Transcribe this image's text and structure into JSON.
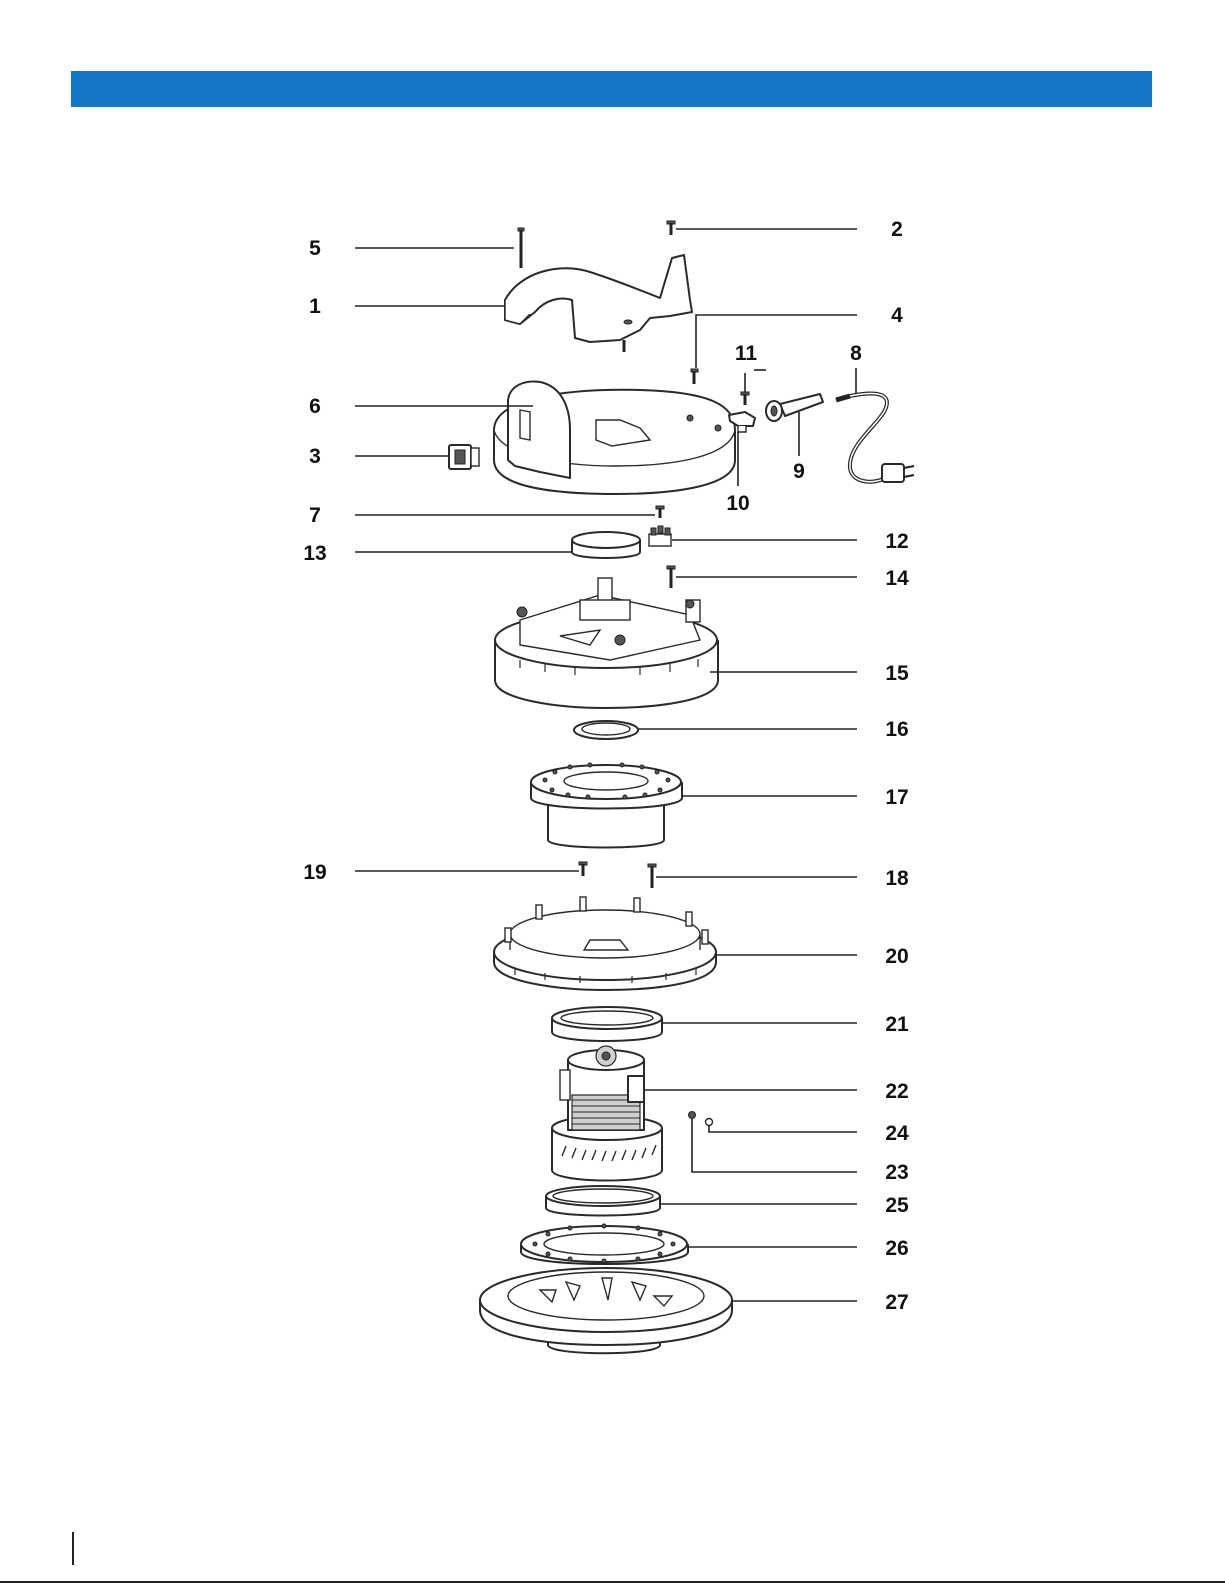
{
  "header": {
    "color": "#1477c7"
  },
  "callouts": [
    {
      "label": "1"
    },
    {
      "label": "2"
    },
    {
      "label": "3"
    },
    {
      "label": "4"
    },
    {
      "label": "5"
    },
    {
      "label": "6"
    },
    {
      "label": "7"
    },
    {
      "label": "8"
    },
    {
      "label": "9"
    },
    {
      "label": "10"
    },
    {
      "label": "11"
    },
    {
      "label": "12"
    },
    {
      "label": "13"
    },
    {
      "label": "14"
    },
    {
      "label": "15"
    },
    {
      "label": "16"
    },
    {
      "label": "17"
    },
    {
      "label": "18"
    },
    {
      "label": "19"
    },
    {
      "label": "20"
    },
    {
      "label": "21"
    },
    {
      "label": "22"
    },
    {
      "label": "23"
    },
    {
      "label": "24"
    },
    {
      "label": "25"
    },
    {
      "label": "26"
    },
    {
      "label": "27"
    }
  ]
}
